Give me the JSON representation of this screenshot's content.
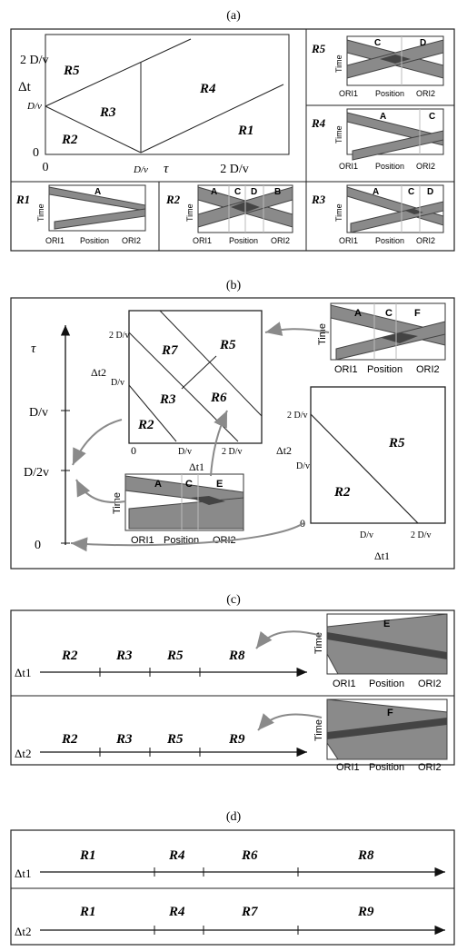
{
  "panel_labels": {
    "a": "(a)",
    "b": "(b)",
    "c": "(c)",
    "d": "(d)"
  },
  "a": {
    "y_axis": "Δt",
    "x_axis": "τ",
    "y_ticks": [
      "2 D/v",
      "D/v",
      "0"
    ],
    "x_ticks": [
      "0",
      "D/v",
      "2 D/v"
    ],
    "regions": [
      "R5",
      "R3",
      "R2",
      "R4",
      "R1"
    ],
    "insets": [
      {
        "label": "R5",
        "cells": [
          "C",
          "D"
        ]
      },
      {
        "label": "R4",
        "cells": [
          "A",
          "C"
        ]
      },
      {
        "label": "R1",
        "cells": [
          "A"
        ]
      },
      {
        "label": "R2",
        "cells": [
          "A",
          "C",
          "D",
          "B"
        ]
      },
      {
        "label": "R3",
        "cells": [
          "A",
          "C",
          "D"
        ]
      }
    ]
  },
  "b": {
    "tau_axis": "τ",
    "tau_ticks": [
      "D/v",
      "D/2v",
      "0"
    ],
    "square1": {
      "y_axis": "Δt2",
      "x_axis": "Δt1",
      "regions": [
        "R7",
        "R5",
        "R3",
        "R6",
        "R2"
      ],
      "ticks": [
        "2 D/v",
        "D/v",
        "0",
        "D/v",
        "2 D/v"
      ]
    },
    "square2": {
      "y_axis": "Δt2",
      "x_axis": "Δt1",
      "regions": [
        "R5",
        "R2"
      ],
      "ticks": [
        "2 D/v",
        "D/v",
        "0",
        "D/v",
        "2 D/v"
      ]
    },
    "inset_top": {
      "cells": [
        "A",
        "C",
        "F"
      ]
    },
    "inset_bottom": {
      "cells": [
        "A",
        "C",
        "E"
      ]
    }
  },
  "c": {
    "rows": [
      {
        "axis": "Δt1",
        "regions": [
          "R2",
          "R3",
          "R5",
          "R8"
        ],
        "inset_cell": "E"
      },
      {
        "axis": "Δt2",
        "regions": [
          "R2",
          "R3",
          "R5",
          "R9"
        ],
        "inset_cell": "F"
      }
    ]
  },
  "d": {
    "rows": [
      {
        "axis": "Δt1",
        "regions": [
          "R1",
          "R4",
          "R6",
          "R8"
        ]
      },
      {
        "axis": "Δt2",
        "regions": [
          "R1",
          "R4",
          "R7",
          "R9"
        ]
      }
    ]
  },
  "inset_axes": {
    "y": "Time",
    "x_left": "ORI1",
    "x_mid": "Position",
    "x_right": "ORI2"
  }
}
